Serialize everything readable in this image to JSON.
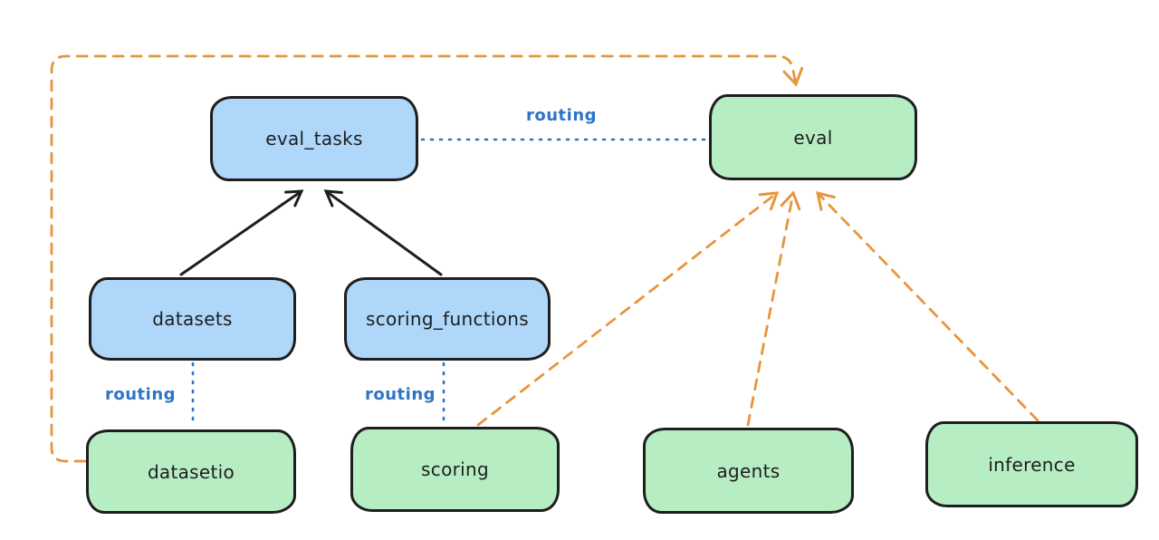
{
  "diagram": {
    "title": "",
    "nodes": [
      {
        "id": "eval_tasks",
        "label": "eval_tasks",
        "kind": "api"
      },
      {
        "id": "eval",
        "label": "eval",
        "kind": "provider"
      },
      {
        "id": "datasets",
        "label": "datasets",
        "kind": "api"
      },
      {
        "id": "scoring_functions",
        "label": "scoring_functions",
        "kind": "api"
      },
      {
        "id": "datasetio",
        "label": "datasetio",
        "kind": "provider"
      },
      {
        "id": "scoring",
        "label": "scoring",
        "kind": "provider"
      },
      {
        "id": "agents",
        "label": "agents",
        "kind": "provider"
      },
      {
        "id": "inference",
        "label": "inference",
        "kind": "provider"
      }
    ],
    "edge_labels": [
      {
        "text": "routing"
      },
      {
        "text": "routing"
      },
      {
        "text": "routing"
      }
    ],
    "edges": [
      {
        "from": "datasets",
        "to": "eval_tasks",
        "style": "solid-arrow",
        "color": "black"
      },
      {
        "from": "scoring_functions",
        "to": "eval_tasks",
        "style": "solid-arrow",
        "color": "black"
      },
      {
        "from": "eval_tasks",
        "to": "eval",
        "style": "dotted-line",
        "color": "blue",
        "label": "routing"
      },
      {
        "from": "datasets",
        "to": "datasetio",
        "style": "dotted-line",
        "color": "blue",
        "label": "routing"
      },
      {
        "from": "scoring_functions",
        "to": "scoring",
        "style": "dotted-line",
        "color": "blue",
        "label": "routing"
      },
      {
        "from": "datasetio",
        "to": "eval",
        "style": "dashed-arrow",
        "color": "orange"
      },
      {
        "from": "scoring",
        "to": "eval",
        "style": "dashed-arrow",
        "color": "orange"
      },
      {
        "from": "agents",
        "to": "eval",
        "style": "dashed-arrow",
        "color": "orange"
      },
      {
        "from": "inference",
        "to": "eval",
        "style": "dashed-arrow",
        "color": "orange"
      }
    ],
    "colors": {
      "background": "#ffffff",
      "node_stroke": "#1e1e1e",
      "api_fill": "#aed7fa",
      "provider_fill": "#b7edc3",
      "routing_blue": "#2f74c4",
      "orange": "#e8953d",
      "black": "#1e1e1e"
    }
  }
}
